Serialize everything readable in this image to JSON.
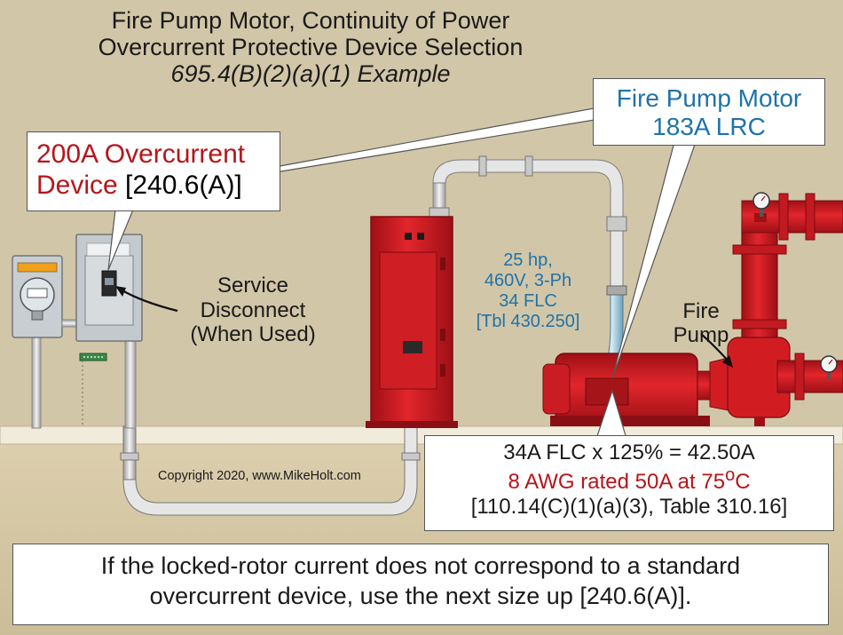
{
  "title": {
    "line1": "Fire Pump Motor, Continuity of Power",
    "line2": "Overcurrent Protective Device Selection",
    "line3": "695.4(B)(2)(a)(1) Example"
  },
  "callout_overcurrent": {
    "line1": "200A Overcurrent",
    "line2_red": "Device",
    "line2_ref": " [240.6(A)]"
  },
  "callout_fire_pump_motor": {
    "line1": "Fire Pump Motor",
    "line2": "183A LRC"
  },
  "service_disconnect": {
    "line1": "Service",
    "line2": "Disconnect",
    "line3": "(When Used)"
  },
  "motor_specs": {
    "line1": "25 hp,",
    "line2": "460V, 3-Ph",
    "line3": "34 FLC",
    "line4": "[Tbl 430.250]"
  },
  "fire_pump_label": {
    "line1": "Fire",
    "line2": "Pump"
  },
  "calculation": {
    "line1": "34A FLC x 125% = 42.50A",
    "line2_prefix": "8 AWG rated 50A at 75",
    "line2_sup": "o",
    "line2_suffix": "C",
    "line3": "[110.14(C)(1)(a)(3), Table 310.16]"
  },
  "copyright": "Copyright 2020, www.MikeHolt.com",
  "note": {
    "line1": "If the locked-rotor current does not correspond to a standard",
    "line2": "overcurrent device, use the next size up [240.6(A)]."
  },
  "icons": [
    "electric-meter-icon",
    "warning-label-icon",
    "disconnect-switch-icon",
    "fire-pump-controller-icon",
    "fire-pump-motor-icon",
    "pressure-gauge-icon",
    "conduit-icon"
  ],
  "colors": {
    "background": "#d2c6a8",
    "floor": "#f1ebdc",
    "red_equipment": "#d11d22",
    "blue_text": "#1f73a8",
    "red_text": "#b5151b"
  }
}
